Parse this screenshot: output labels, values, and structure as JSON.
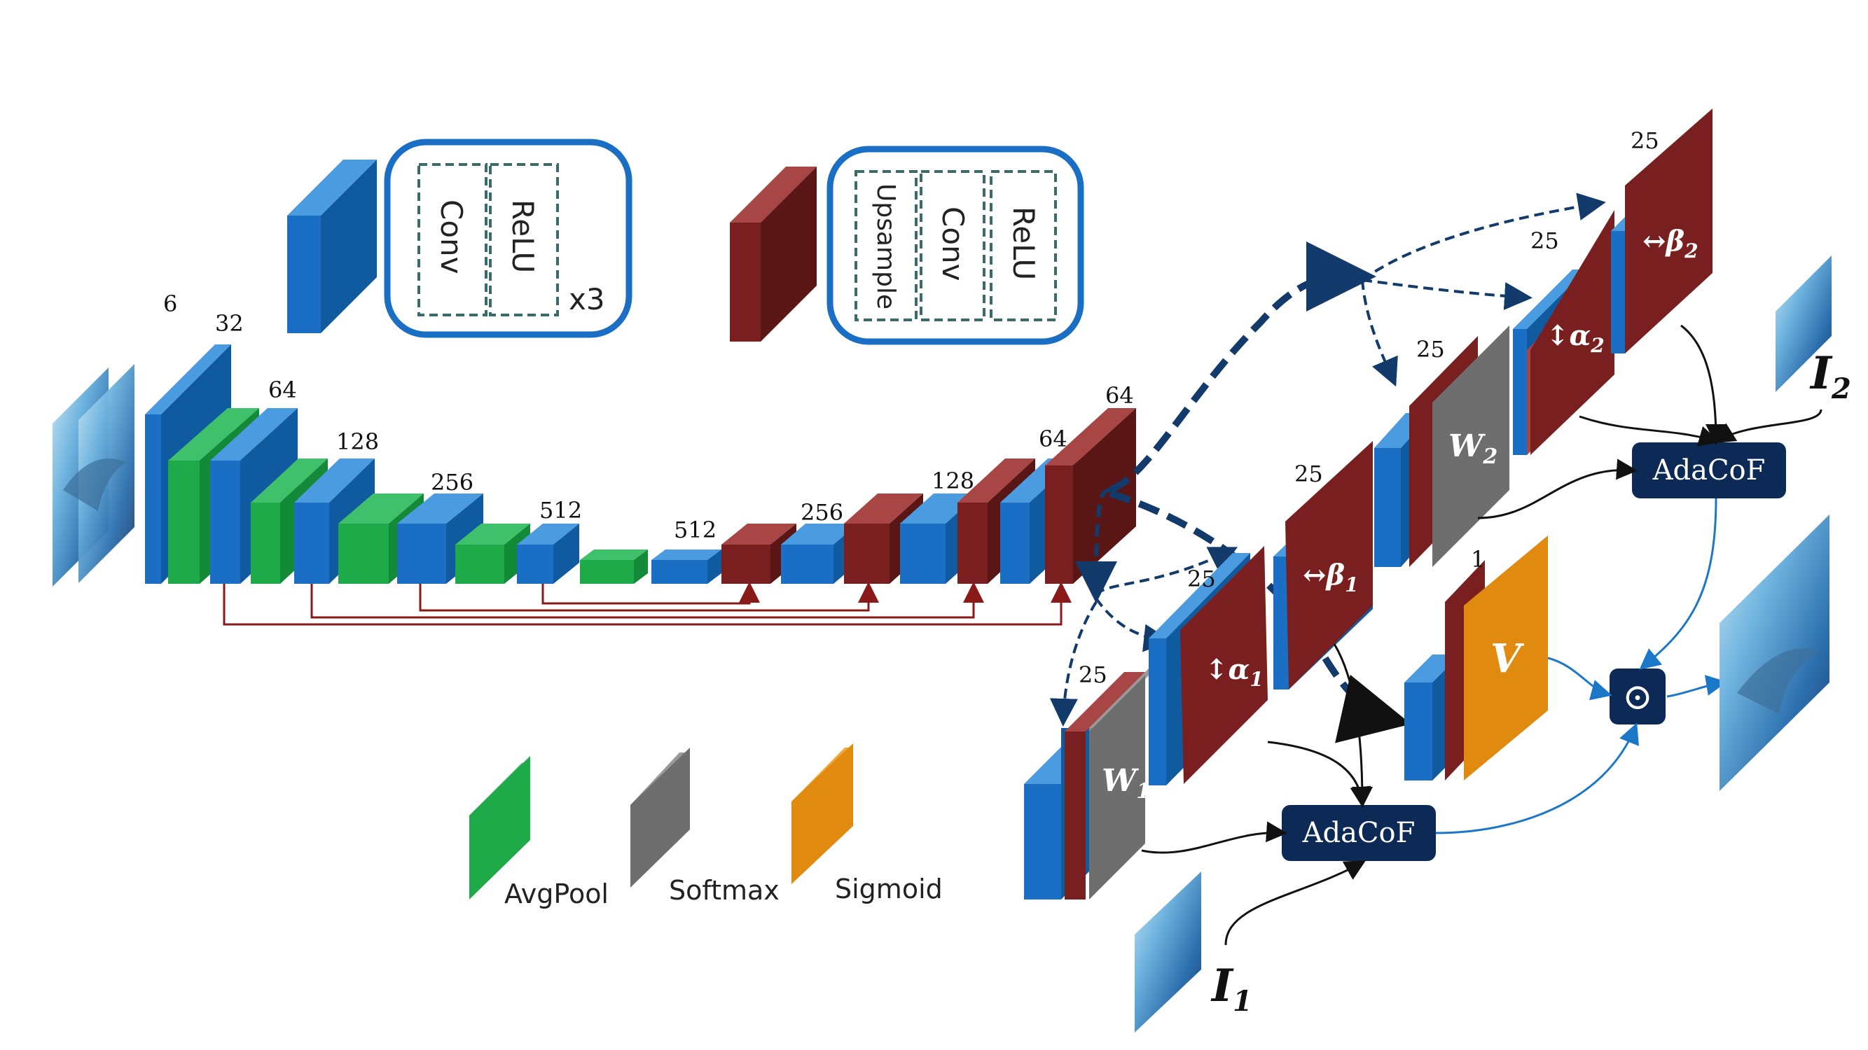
{
  "legend": {
    "encoder_block": [
      "Conv",
      "ReLU"
    ],
    "encoder_repeat": "x3",
    "decoder_block": [
      "Upsample",
      "Conv",
      "ReLU"
    ],
    "avgpool": "AvgPool",
    "softmax": "Softmax",
    "sigmoid": "Sigmoid"
  },
  "channels": {
    "input": "6",
    "enc1": "32",
    "enc2": "64",
    "enc3": "128",
    "enc4": "256",
    "enc5": "512",
    "bottleneck": "512",
    "dec4": "256",
    "dec3": "128",
    "dec2": "64",
    "dec1": "64",
    "w1": "25",
    "alpha1": "25",
    "beta1": "25",
    "w2": "25",
    "alpha2": "25",
    "beta2": "25",
    "v": "1"
  },
  "labels": {
    "w1": "W",
    "w1_sub": "1",
    "w2": "W",
    "w2_sub": "2",
    "alpha1": "↕α",
    "alpha1_sub": "1",
    "beta1": "↔β",
    "beta1_sub": "1",
    "alpha2": "↕α",
    "alpha2_sub": "2",
    "beta2": "↔β",
    "beta2_sub": "2",
    "v": "V",
    "adacof_1": "AdaCoF",
    "adacof_2": "AdaCoF",
    "odot": "⊙",
    "i1": "I",
    "i1_sub": "1",
    "i2": "I",
    "i2_sub": "2"
  },
  "colors": {
    "conv_blue": "#1a6fc4",
    "decoder_red": "#7a1f1f",
    "avgpool_green": "#1faa4a",
    "softmax_gray": "#6e6e6e",
    "sigmoid_orange": "#e08a10",
    "adacof_navy": "#0d2a57",
    "skip_red": "#8a1a1a",
    "arrow_navy": "#123a6a",
    "output_blue": "#1b78c8"
  },
  "icons": {
    "input_images": "dolphin-photo",
    "output_image": "dolphin-photo"
  }
}
